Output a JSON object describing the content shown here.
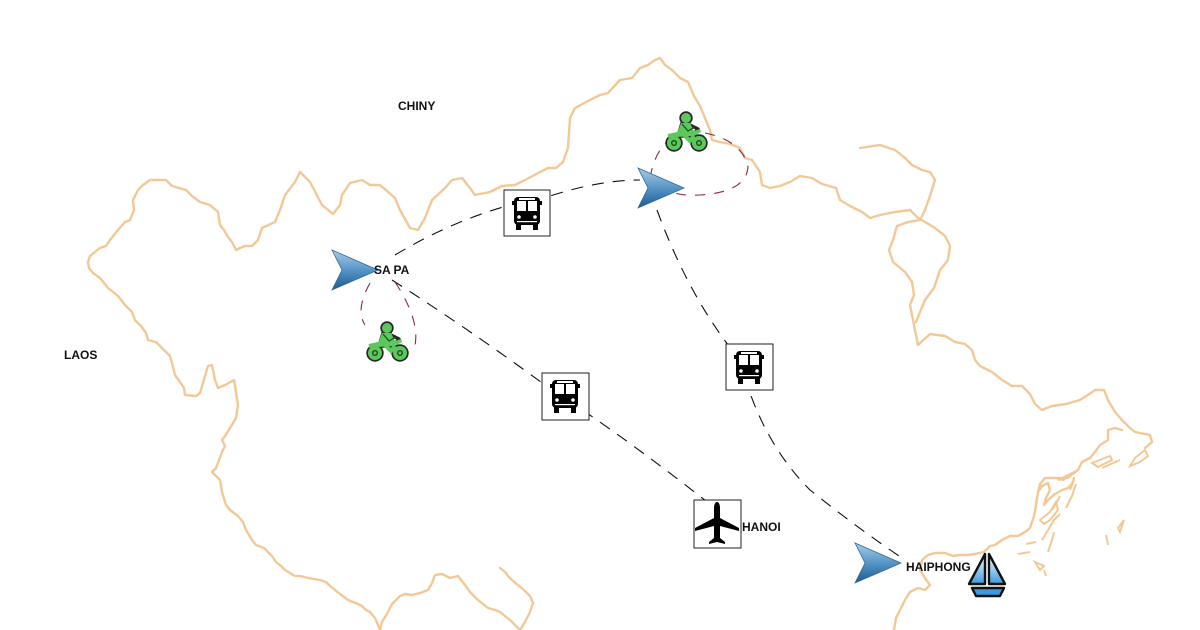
{
  "map": {
    "countries": [
      {
        "id": "china",
        "label": "CHINY"
      },
      {
        "id": "laos",
        "label": "LAOS"
      }
    ],
    "cities": [
      {
        "id": "sapa",
        "label": "SA PA",
        "marker": "arrow-pointer-icon"
      },
      {
        "id": "north",
        "label": "",
        "marker": "arrow-pointer-icon"
      },
      {
        "id": "hanoi",
        "label": "HANOI",
        "marker": "airplane-icon"
      },
      {
        "id": "haiphong",
        "label": "HAIPHONG",
        "marker": "arrow-pointer-icon"
      }
    ],
    "transport": [
      {
        "id": "bus-sapa-north",
        "type": "bus",
        "icon": "bus-icon"
      },
      {
        "id": "bus-sapa-hanoi",
        "type": "bus",
        "icon": "bus-icon"
      },
      {
        "id": "bus-north-haiphong",
        "type": "bus",
        "icon": "bus-icon"
      },
      {
        "id": "plane-hanoi",
        "type": "plane",
        "icon": "airplane-icon"
      },
      {
        "id": "moto-sapa",
        "type": "motorbike",
        "icon": "motorbike-icon"
      },
      {
        "id": "moto-north",
        "type": "motorbike",
        "icon": "motorbike-icon"
      },
      {
        "id": "boat-haiphong",
        "type": "boat",
        "icon": "sailboat-icon"
      }
    ],
    "routes": [
      {
        "from": "SA PA",
        "to": "north",
        "mode": "bus"
      },
      {
        "from": "SA PA",
        "to": "HANOI",
        "mode": "bus"
      },
      {
        "from": "north",
        "to": "HAIPHONG",
        "mode": "bus"
      },
      {
        "from": "SA PA",
        "to": "SA PA",
        "mode": "motorbike loop"
      },
      {
        "from": "north",
        "to": "north",
        "mode": "motorbike loop"
      }
    ],
    "colors": {
      "border": "#f2c896",
      "bus_route": "#111111",
      "moto_route": "#8a2a3e",
      "marker": "#3f7fb5",
      "motorbike": "#5cc85c",
      "boat": "#3a9be0"
    }
  }
}
